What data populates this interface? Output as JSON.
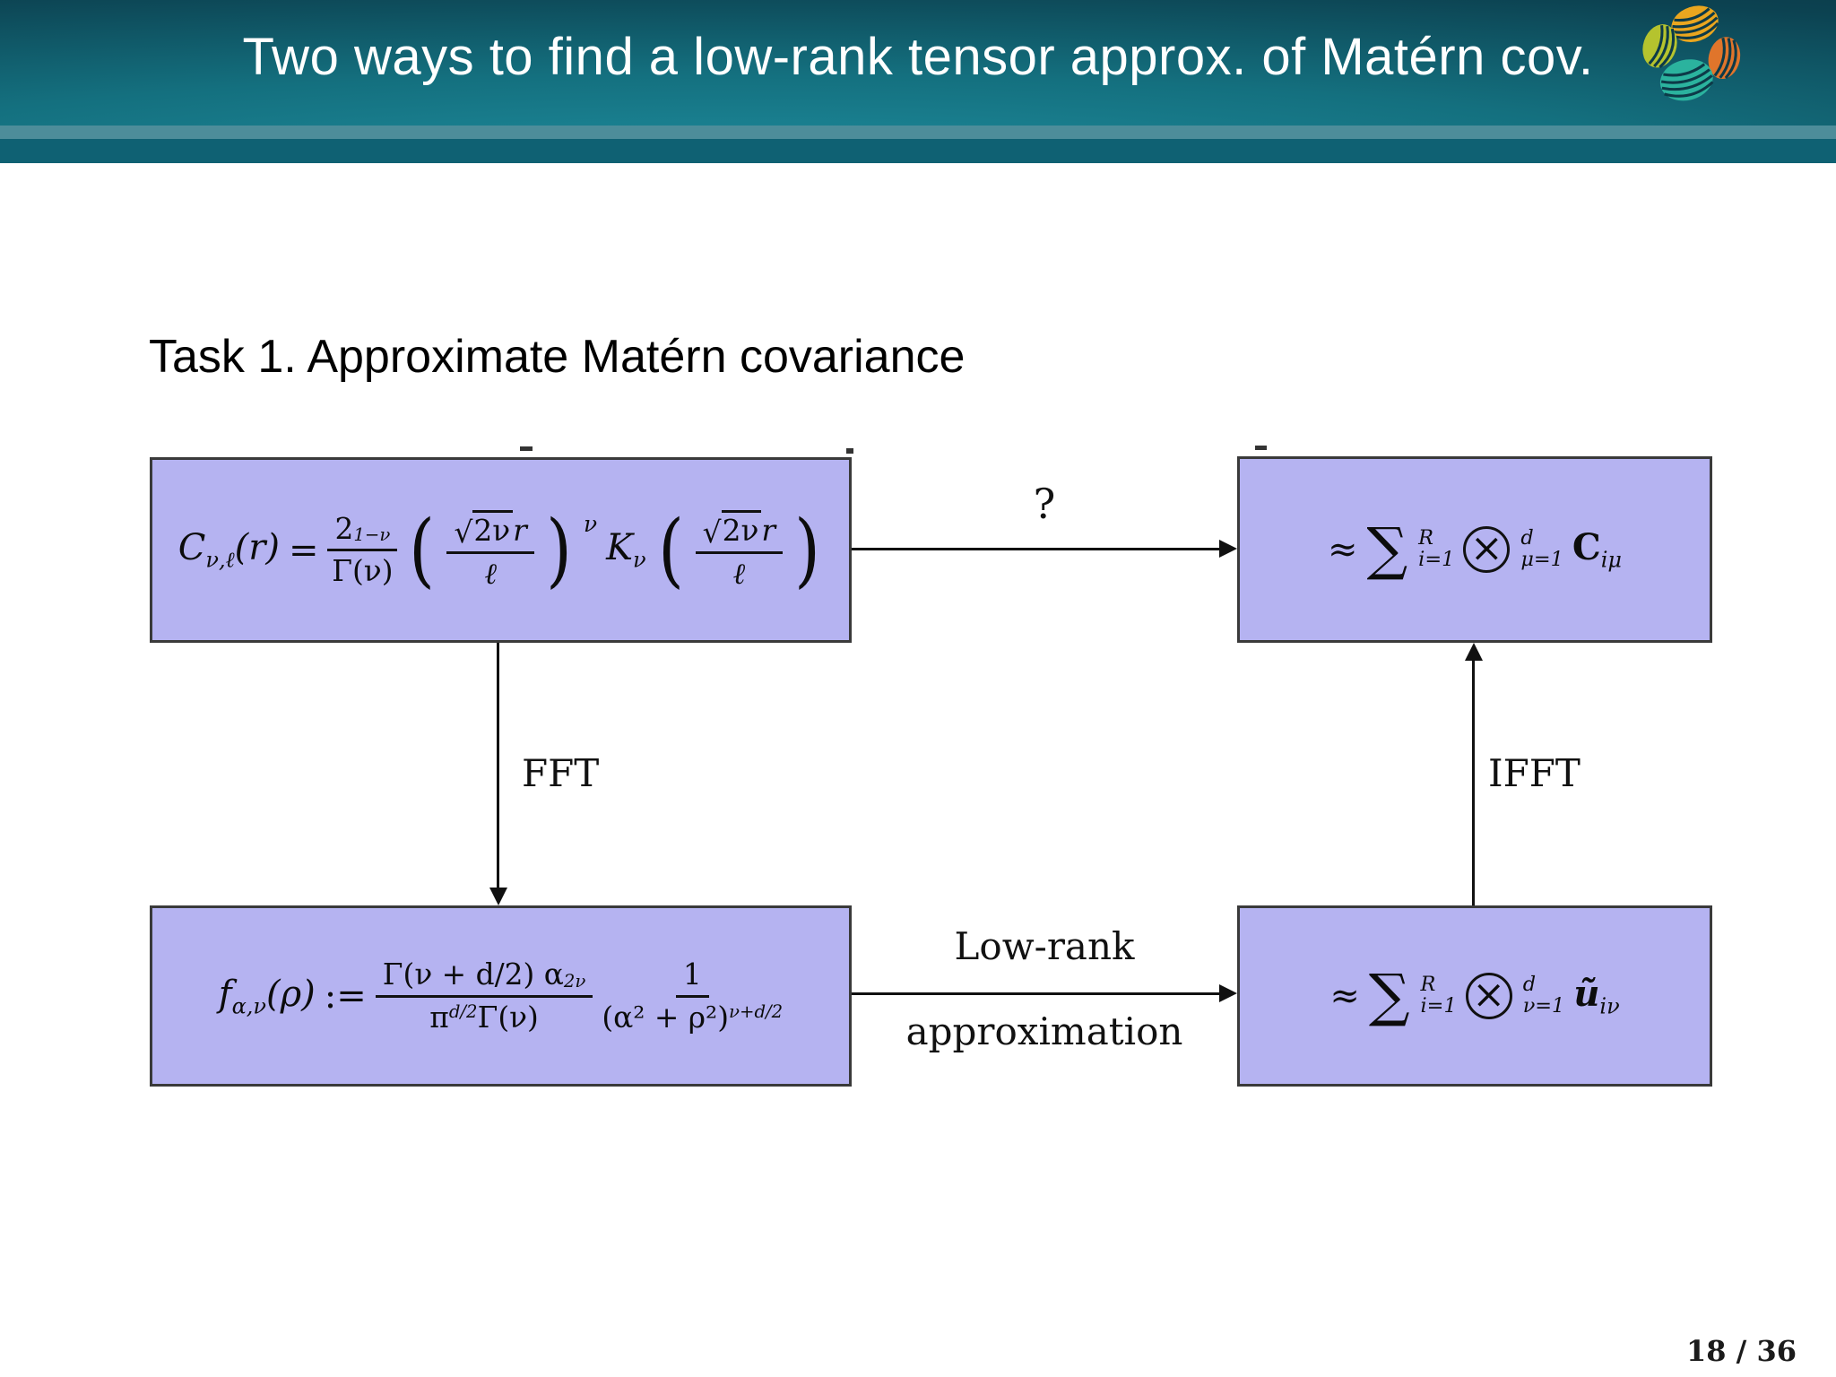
{
  "slide": {
    "title": "Two ways to find a low-rank tensor approx. of Matérn cov.",
    "heading": "Task 1. Approximate Matérn covariance",
    "page_label": "18 / 36"
  },
  "labels": {
    "question": "?",
    "fft": "FFT",
    "ifft": "IFFT",
    "lowrank_line1": "Low-rank",
    "lowrank_line2": "approximation"
  },
  "formulas": {
    "matern": {
      "func": "C",
      "func_sub": "ν,ℓ",
      "func_arg": "(r)",
      "rel": "=",
      "coef_num": "2",
      "coef_exp": "1−ν",
      "coef_den": "Γ(ν)",
      "sqrt_sym": "√",
      "radicand": "2ν",
      "rad_var": "r",
      "inner_den": "ℓ",
      "outer_exp": "ν",
      "bessel": "K",
      "bessel_sub": "ν"
    },
    "tensor_c": {
      "approx": "≈",
      "sum": "∑",
      "sum_sup": "R",
      "sum_sub": "i=1",
      "otimes_glyph": "×",
      "ot_sup": "d",
      "ot_sub": "μ=1",
      "term": "C",
      "term_sub": "iμ"
    },
    "spectral": {
      "func": "f",
      "func_sub": "α,ν",
      "func_arg": "(ρ)",
      "rel": ":=",
      "f1_num": "Γ(ν + d/2) α",
      "f1_num_exp": "2ν",
      "f1_den_a": "π",
      "f1_den_a_exp": "d/2",
      "f1_den_b": "Γ(ν)",
      "f2_num": "1",
      "f2_den": "(α² + ρ²)",
      "f2_den_exp": "ν+d/2"
    },
    "tensor_u": {
      "approx": "≈",
      "sum": "∑",
      "sum_sup": "R",
      "sum_sub": "i=1",
      "otimes_glyph": "×",
      "ot_sup": "d",
      "ot_sub": "ν=1",
      "term": "ũ",
      "term_sub": "iν"
    }
  },
  "colors": {
    "header_dark": "#0a3644",
    "header_light": "#1e8c9d",
    "band_light": "#4d8d9a",
    "band_dark": "#0f6173",
    "box_fill": "#b5b3f1",
    "box_border": "#3a3a3a",
    "arrow": "#111111",
    "logo_gold": "#eaa61f",
    "logo_green": "#b5c32e",
    "logo_orange": "#e0752b",
    "logo_teal": "#2bb39e",
    "logo_stripe": "#0d3a48"
  }
}
